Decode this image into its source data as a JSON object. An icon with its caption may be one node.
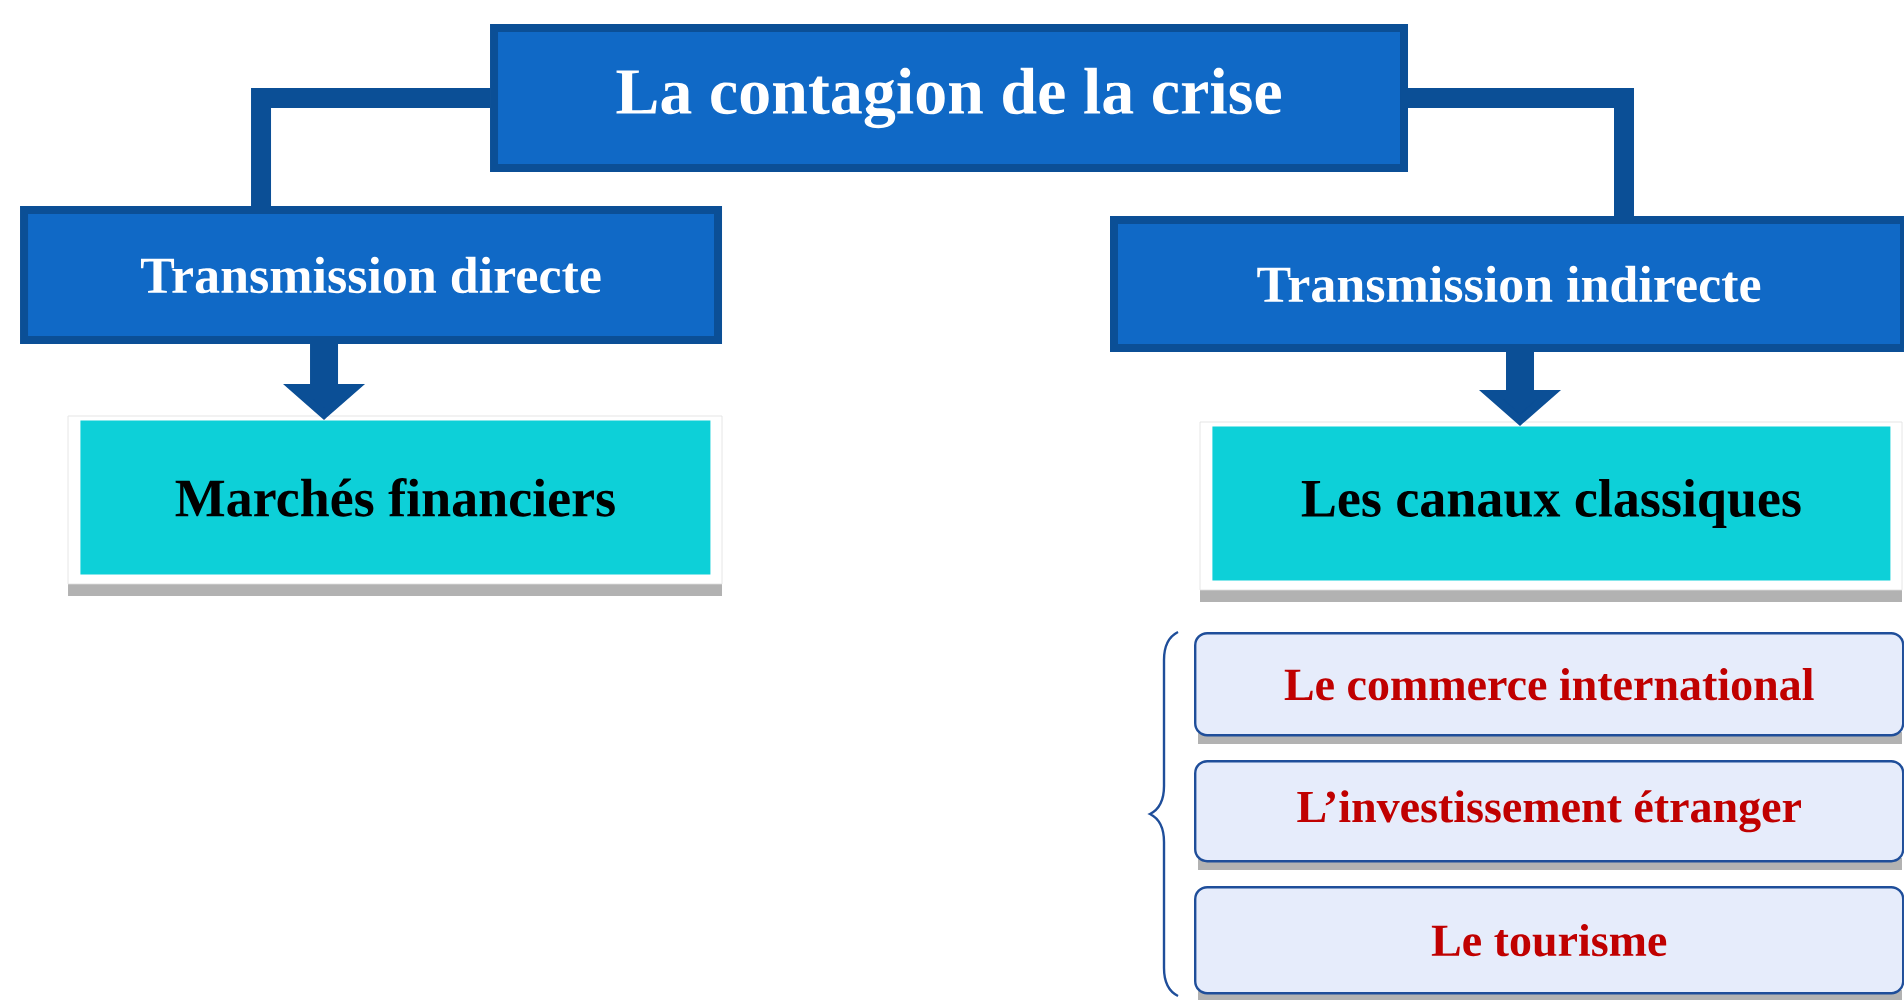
{
  "diagram": {
    "nodes": [
      {
        "text": [
          "La contagion de la crise"
        ]
      },
      {
        "text": [
          "Transmission directe"
        ]
      },
      {
        "text": [
          "Transmission indirecte"
        ]
      },
      {
        "text": [
          "Marchés financiers"
        ]
      },
      {
        "text": [
          "Les canaux classiques"
        ]
      },
      {
        "text": [
          "Le commerce international"
        ]
      },
      {
        "text": [
          "L’investissement étranger"
        ]
      },
      {
        "text": [
          "Le tourisme"
        ]
      }
    ],
    "edges": [
      {
        "from": 0,
        "to": 1,
        "arrow": "none"
      },
      {
        "from": 0,
        "to": 2,
        "arrow": "none"
      },
      {
        "from": 1,
        "to": 3,
        "arrow": "to"
      },
      {
        "from": 2,
        "to": 4,
        "arrow": "to"
      }
    ]
  }
}
